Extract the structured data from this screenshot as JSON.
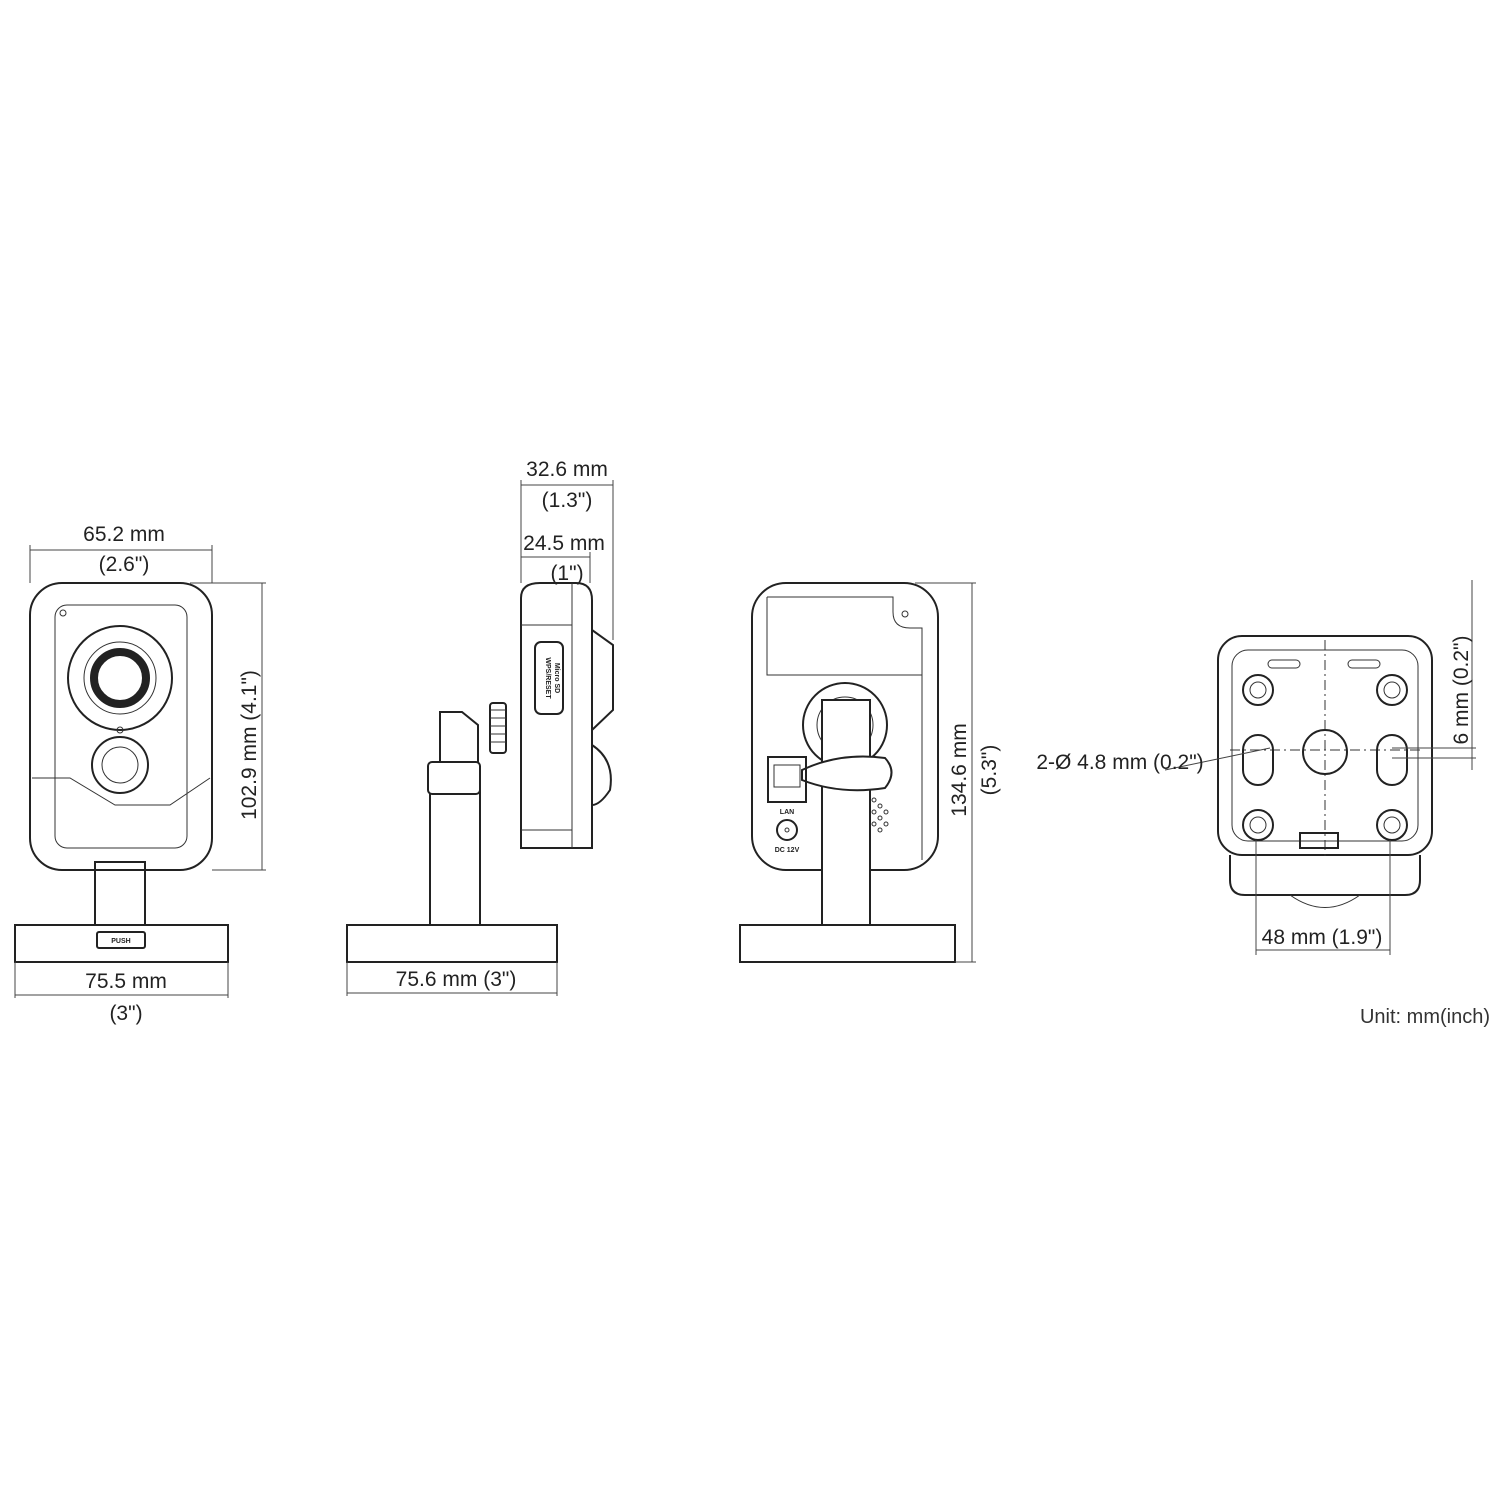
{
  "front_view": {
    "width_mm": "65.2 mm",
    "width_in": "(2.6\")",
    "height": "102.9 mm (4.1\")",
    "base_mm": "75.5 mm",
    "base_in": "(3\")",
    "button_label": "PUSH"
  },
  "side_view": {
    "depth_total_mm": "32.6 mm",
    "depth_total_in": "(1.3\")",
    "depth_body_mm": "24.5 mm",
    "depth_body_in": "(1\")",
    "base": "75.6 mm (3\")",
    "slot_label_1": "WPS/RESET",
    "slot_label_2": "Micro SD"
  },
  "back_view": {
    "height_mm": "134.6 mm",
    "height_in": "(5.3\")",
    "port_lan": "LAN",
    "port_dc": "DC 12V"
  },
  "bottom_view": {
    "hole_spec": "2-Ø 4.8 mm (0.2\")",
    "slot_offset": "6 mm (0.2\")",
    "hole_spacing": "48 mm (1.9\")"
  },
  "unit_note": "Unit: mm(inch)"
}
